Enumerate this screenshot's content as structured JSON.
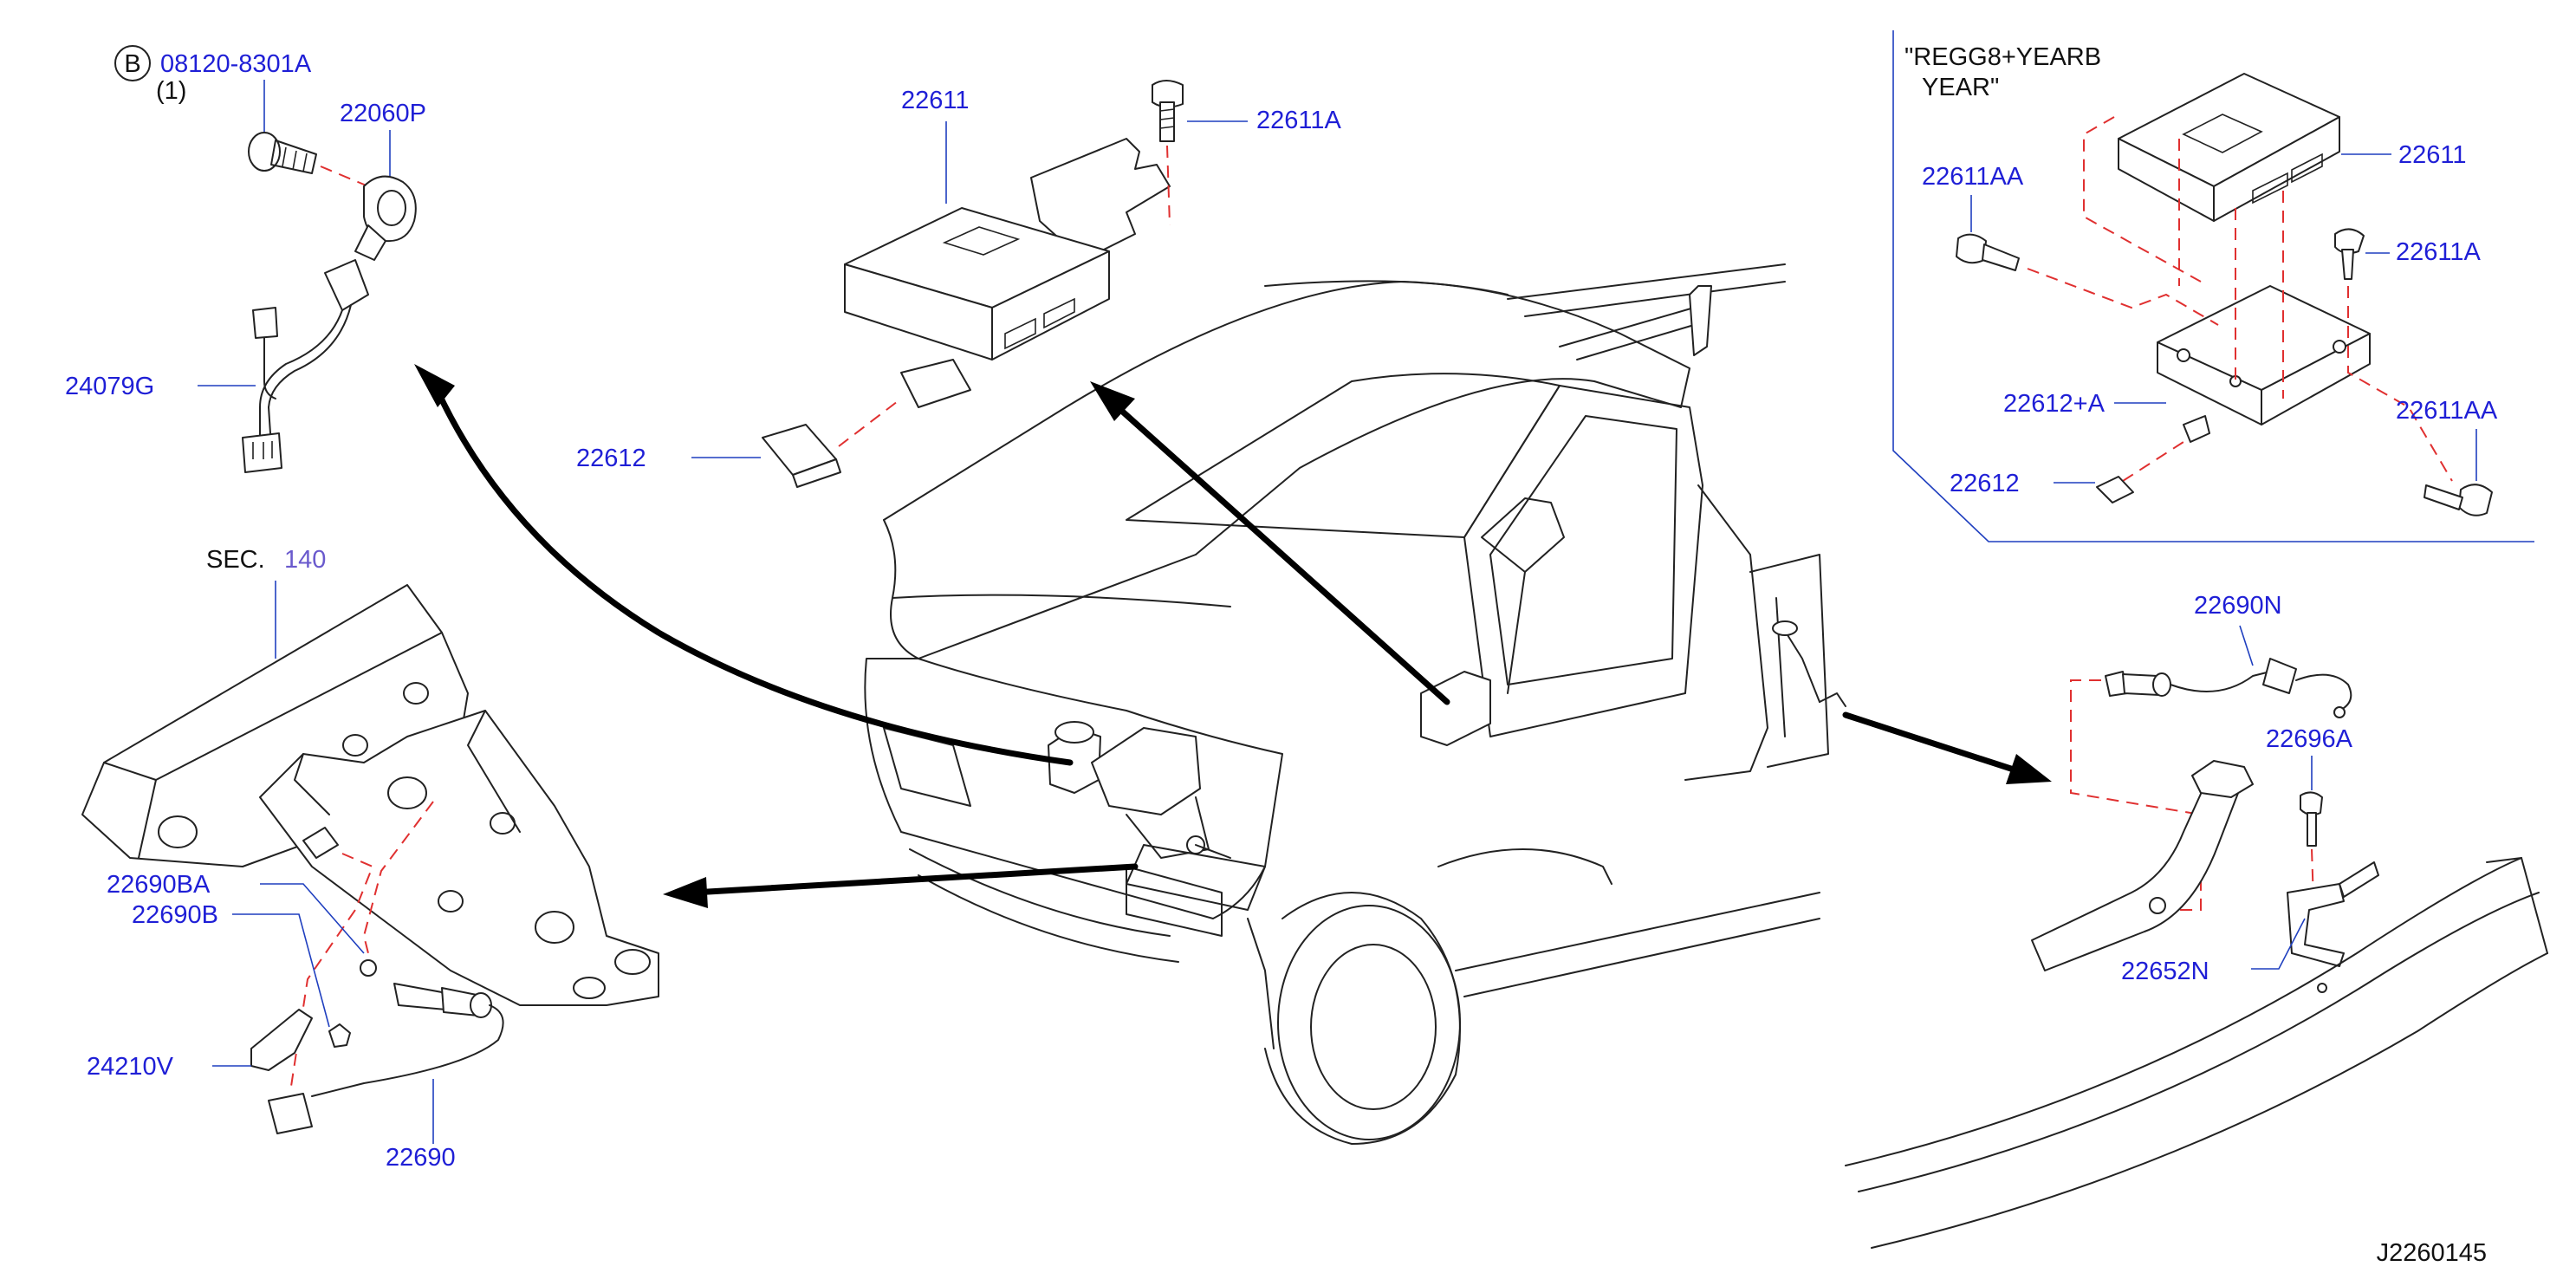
{
  "diagram": {
    "reference_code": "J2260145",
    "section_label": "SEC.",
    "section_number": "140",
    "bolt_marker": "B",
    "bolt_part": "08120-8301A",
    "bolt_qty": "(1)",
    "inset_caption_line1": "\"REGG8+YEARB",
    "inset_caption_line2": "YEAR\"",
    "parts": {
      "knock_sensor": "22060P",
      "knock_harness": "24079G",
      "ecm_left": "22611",
      "ecm_bolt_left": "22611A",
      "ecm_clip_left": "22612",
      "inset_ecm": "22611",
      "inset_bolt_aa_top": "22611AA",
      "inset_bolt_a": "22611A",
      "inset_bracket": "22612+A",
      "inset_bolt_aa_bottom": "22611AA",
      "inset_clip": "22612",
      "o2_bolt_ba": "22690BA",
      "o2_nut_b": "22690B",
      "o2_bracket": "24210V",
      "o2_sensor_front": "22690",
      "o2_sensor_rear": "22690N",
      "rear_screw": "22696A",
      "rear_bracket": "22652N"
    }
  }
}
